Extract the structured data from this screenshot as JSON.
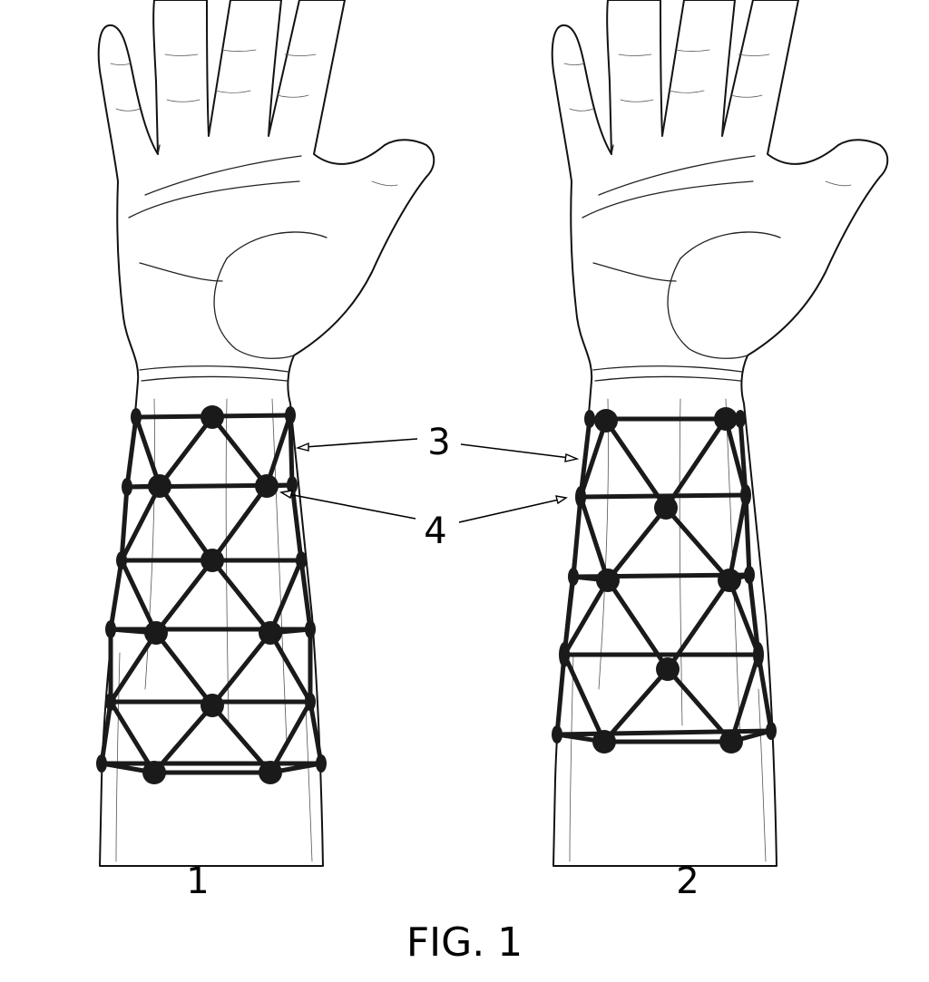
{
  "figure": {
    "caption": "FIG. 1",
    "panels": [
      {
        "id": "1",
        "label": "1"
      },
      {
        "id": "2",
        "label": "2"
      }
    ],
    "callouts": [
      {
        "id": "3",
        "label": "3"
      },
      {
        "id": "4",
        "label": "4"
      }
    ]
  },
  "colors": {
    "ink": "#000000",
    "band": "#1a1a1a",
    "background": "#ffffff"
  }
}
